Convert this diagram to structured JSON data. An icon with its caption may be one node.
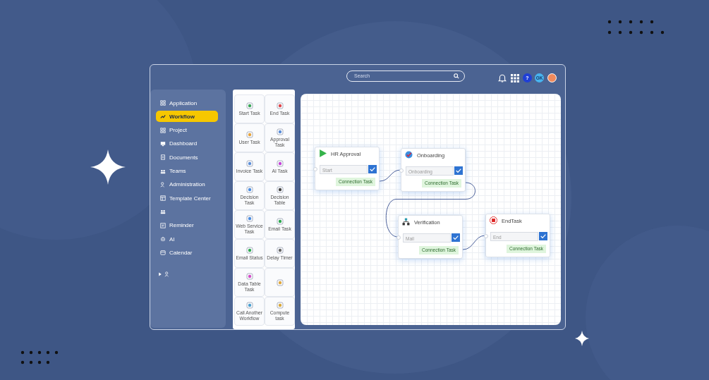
{
  "diagram": {
    "nodes": [
      {
        "text": [
          "HR Approval",
          "Start",
          "Connection Task"
        ]
      },
      {
        "text": [
          "Onboarding",
          "Onboarding",
          "Connection Task"
        ]
      },
      {
        "text": [
          "Verification",
          "Mail",
          "Connection Task"
        ]
      },
      {
        "text": [
          "EndTask",
          "End",
          "Connection Task"
        ]
      }
    ],
    "edges": [
      {
        "from": 0,
        "to": 1,
        "arrow": "none"
      },
      {
        "from": 1,
        "to": 2,
        "arrow": "none"
      },
      {
        "from": 2,
        "to": 3,
        "arrow": "none"
      }
    ],
    "labels": [
      "Search",
      "?",
      "GK",
      "Application",
      "Workflow",
      "Project",
      "Dashboard",
      "Documents",
      "Teams",
      "Administration",
      "Template Center",
      "Reminder",
      "AI",
      "Calendar",
      "Start Task",
      "End Task",
      "User Task",
      "Approval Task",
      "Invoice Task",
      "AI Task",
      "Decision Task",
      "Decision Table",
      "Web Service Task",
      "Email Task",
      "Email Status",
      "Delay Timer",
      "Data Table Task",
      "Call Another Workflow",
      "Compute task"
    ]
  }
}
